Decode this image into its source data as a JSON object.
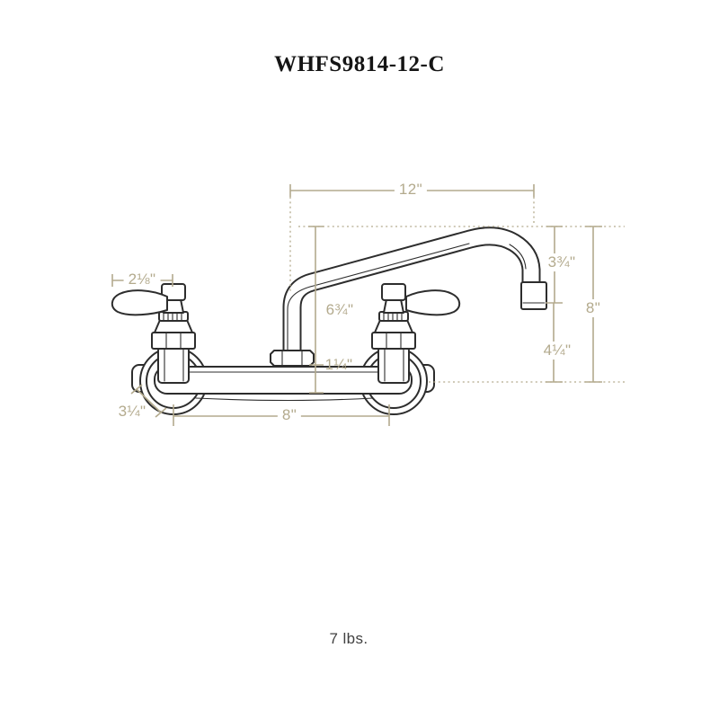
{
  "header": {
    "title": "WHFS9814-12-C"
  },
  "footer": {
    "weight": "7 lbs."
  },
  "colors": {
    "background": "#ffffff",
    "line_art": "#2d2d2d",
    "dimension": "#b3aa8d",
    "title_text": "#151515",
    "weight_text": "#414141"
  },
  "diagram": {
    "subject": "wall-mount two-handle faucet with swing spout, dimensioned spec line drawing",
    "dims": {
      "spout_reach": "12\"",
      "spout_drop": "3¾\"",
      "overall_height": "8\"",
      "outlet_clearance": "4¼\"",
      "handle_length": "2⅛\"",
      "spout_height": "6¾\"",
      "supply_diameter": "1¼\"",
      "center_spacing": "8\"",
      "flange_depth": "3¼\""
    }
  }
}
